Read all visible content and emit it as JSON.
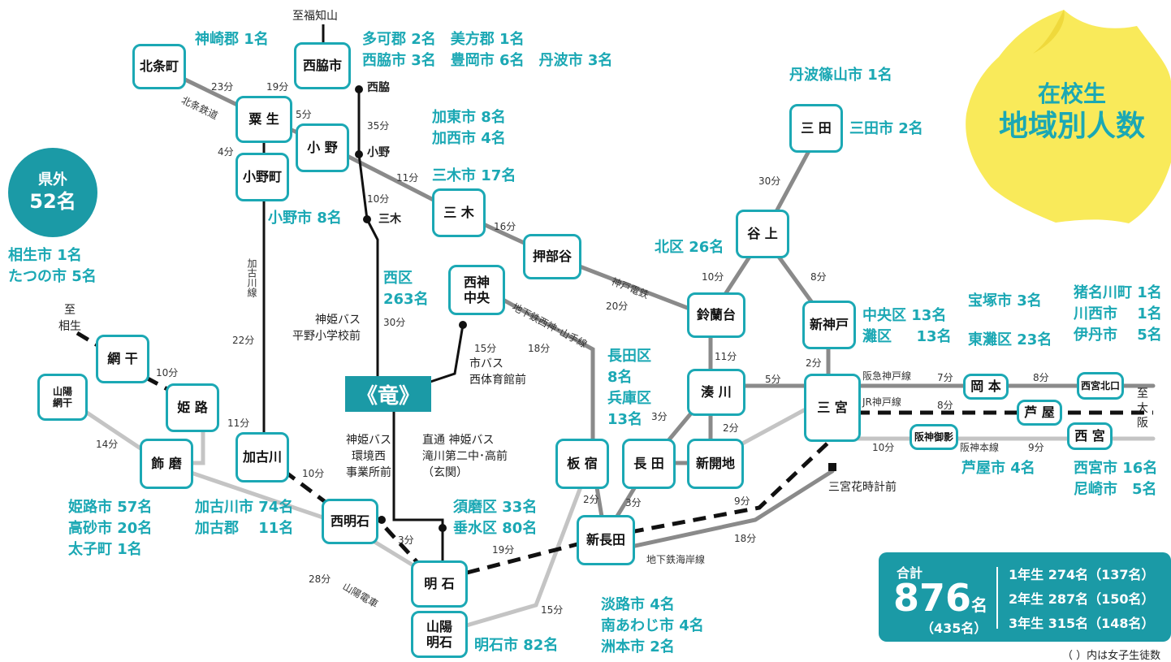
{
  "badge": {
    "line1": "在校生",
    "line2": "地域別人数"
  },
  "kengai": {
    "label": "県外",
    "count": "52名"
  },
  "school": {
    "name": "《竜》"
  },
  "stations": {
    "hojocho": "北条町",
    "nishiwaki_shi": "西脇市",
    "ao": "粟 生",
    "ono": "小 野",
    "onocho": "小野町",
    "miki": "三 木",
    "oshibedani": "押部谷",
    "suzurandai": "鈴蘭台",
    "tanigami": "谷 上",
    "sanda": "三 田",
    "shinkobe": "新神戸",
    "seishin_chuo": "西神\n中央",
    "minatogawa": "湊 川",
    "sannomiya": "三 宮",
    "okamoto": "岡 本",
    "nishinomiya_kitaguchi": "西宮北口",
    "ashiya": "芦 屋",
    "hanshin_mikage": "阪神御影",
    "nishinomiya": "西 宮",
    "itayado": "板 宿",
    "nagata": "長 田",
    "shinkaichi": "新開地",
    "shin_nagata": "新長田",
    "akashi": "明 石",
    "sanyo_akashi": "山陽\n明石",
    "nishi_akashi": "西明石",
    "kakogawa": "加古川",
    "shikama": "飾 磨",
    "himeji": "姫 路",
    "aboshi": "網 干",
    "sanyo_aboshi": "山陽\n網干"
  },
  "black_labels": {
    "to_fukuchiyama": "至福知山",
    "nishiwaki_stop": "西脇",
    "ono_stop": "小野",
    "miki_stop": "三木",
    "to_aioi": "至\n相生",
    "to_osaka": "至\n大\n阪",
    "sannomiya_hanadokei": "三宮花時計前",
    "shinki_bus_hirano": "神姫バス\n平野小学校前",
    "city_bus": "市バス\n西体育館前",
    "shinki_bus_kankyo": "神姫バス\n環境西\n事業所前",
    "direct_bus": "直通 神姫バス\n滝川第二中･高前\n（玄関）"
  },
  "line_names": {
    "hojo_tetsudo": "北条鉄道",
    "kakogawa_sen": "加古川線",
    "shintetsu": "神戸電鉄",
    "seishin_line": "地下鉄西神･山手線",
    "hankyu": "阪急神戸線",
    "jr_kobe": "JR神戸線",
    "hanshin": "阪神本線",
    "kaigan": "地下鉄海岸線",
    "sanyo": "山陽電車"
  },
  "times": {
    "t23": "23分",
    "t19": "19分",
    "t5": "5分",
    "t4": "4分",
    "t35": "35分",
    "t11a": "11分",
    "t10a": "10分",
    "t16": "16分",
    "t20": "20分",
    "t10b": "10分",
    "t30a": "30分",
    "t8a": "8分",
    "t11b": "11分",
    "t2a": "2分",
    "t5b": "5分",
    "t7": "7分",
    "t8b": "8分",
    "t8c": "8分",
    "t10c": "10分",
    "t9a": "9分",
    "t2b": "2分",
    "t3a": "3分",
    "t3b": "3分",
    "t2c": "2分",
    "t15a": "15分",
    "t18a": "18分",
    "t30b": "30分",
    "t22": "22分",
    "t11c": "11分",
    "t10d": "10分",
    "t10e": "10分",
    "t14": "14分",
    "t3c": "3分",
    "t19b": "19分",
    "t9b": "9分",
    "t18b": "18分",
    "t28": "28分",
    "t15b": "15分"
  },
  "counts": {
    "kanzaki": "神崎郡 1名",
    "taka_mikata": "多可郡 2名　美方郡 1名",
    "nishiwaki_toyooka": "西脇市 3名　豊岡市 6名　丹波市 3名",
    "sasayama": "丹波篠山市 1名",
    "sanda": "三田市 2名",
    "kato_kasai": "加東市 8名\n加西市 4名",
    "miki": "三木市 17名",
    "ono": "小野市 8名",
    "aioi_tatsuno": "相生市 1名\nたつの市 5名",
    "nishi_ku": "西区\n263名",
    "kita_ku": "北区 26名",
    "chuo_nada": "中央区 13名\n灘区　  13名",
    "takarazuka": "宝塚市 3名",
    "higashinada": "東灘区 23名",
    "inagawa_kawanishi_itami": "猪名川町 1名\n川西市　 1名\n伊丹市　 5名",
    "nagata_hyogo": "長田区\n8名\n兵庫区\n13名",
    "suma_tarumi": "須磨区 33名\n垂水区 80名",
    "ashiya": "芦屋市 4名",
    "nishinomiya_amagasaki": "西宮市 16名\n尼崎市　5名",
    "himeji_takasago_taishi": "姫路市 57名\n高砂市 20名\n太子町 1名",
    "kakogawa": "加古川市 74名\n加古郡　 11名",
    "awaji": "淡路市 4名\n南あわじ市 4名\n洲本市 2名",
    "akashi": "明石市 82名"
  },
  "total": {
    "label": "合計",
    "count": "876",
    "unit": "名",
    "female": "（435名）",
    "grade1": "1年生 274名（137名）",
    "grade2": "2年生 287名（150名）",
    "grade3": "3年生 315名（148名）",
    "note": "（ ）内は女子生徒数"
  },
  "colors": {
    "teal": "#1ba8b4",
    "badge": "#f9ea5a",
    "dark_line": "#888888",
    "light_line": "#c4c4c4",
    "bus_line": "#111111"
  }
}
